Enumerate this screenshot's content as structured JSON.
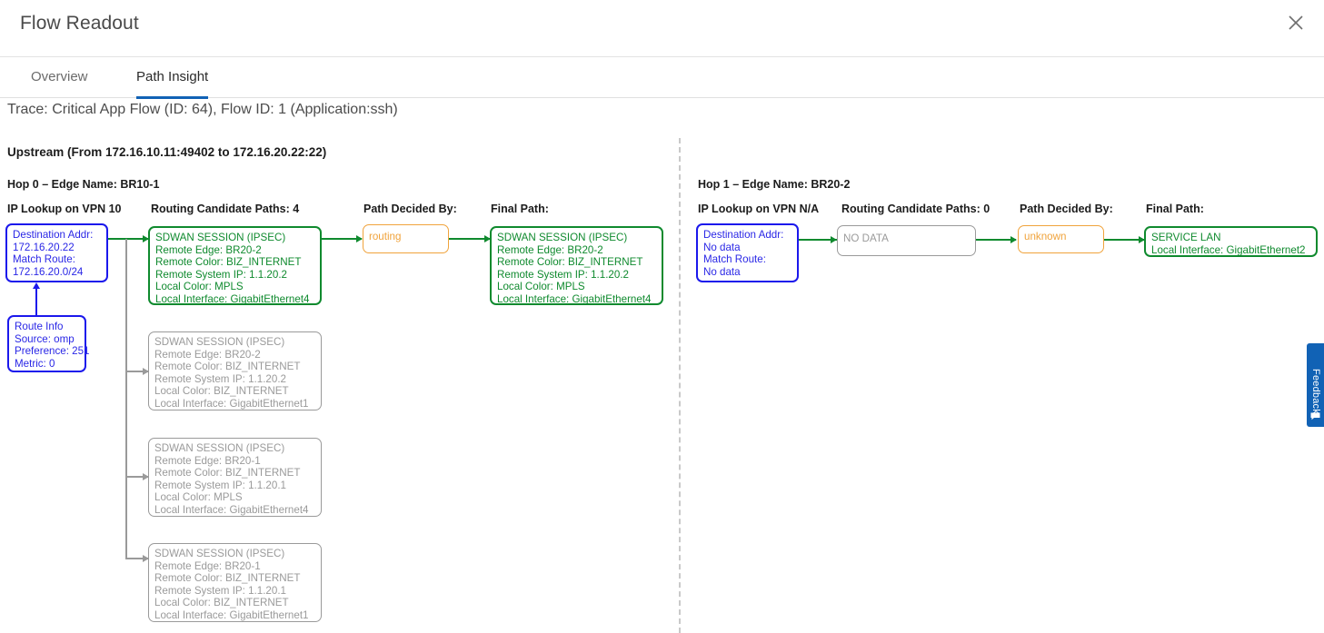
{
  "window": {
    "title": "Flow Readout",
    "close_icon": "close-icon"
  },
  "tabs": [
    {
      "label": "Overview",
      "active": false
    },
    {
      "label": "Path Insight",
      "active": true
    }
  ],
  "trace": "Trace: Critical App Flow (ID: 64), Flow ID: 1 (Application:ssh)",
  "direction_label": "Upstream (From 172.16.10.11:49402 to 172.16.20.22:22)",
  "colors": {
    "accent_blue": "#1162b5",
    "node_blue": "#1b18ec",
    "node_green": "#0f8a2e",
    "node_grey": "#9a9a9a",
    "node_orange": "#f0a33c",
    "divider_grey": "#c9c9c9"
  },
  "hops": [
    {
      "hop_label": "Hop 0 – Edge Name: BR10‑1",
      "columns": {
        "ip_lookup": "IP Lookup on VPN 10",
        "candidates": "Routing Candidate Paths: 4",
        "decided_by": "Path Decided By:",
        "final_path": "Final Path:"
      },
      "destination": [
        "Destination Addr:",
        "172.16.20.22",
        "Match Route:",
        "172.16.20.0/24"
      ],
      "route_info": [
        "Route Info",
        "Source: omp",
        "Preference: 251",
        "Metric: 0"
      ],
      "candidate_paths": [
        {
          "selected": true,
          "lines": [
            "SDWAN SESSION (IPSEC)",
            "Remote Edge: BR20‑2",
            "Remote Color: BIZ_INTERNET",
            "Remote System IP: 1.1.20.2",
            "Local Color: MPLS",
            "Local Interface: GigabitEthernet4"
          ]
        },
        {
          "selected": false,
          "lines": [
            "SDWAN SESSION (IPSEC)",
            "Remote Edge: BR20‑2",
            "Remote Color: BIZ_INTERNET",
            "Remote System IP: 1.1.20.2",
            "Local Color: BIZ_INTERNET",
            "Local Interface: GigabitEthernet1"
          ]
        },
        {
          "selected": false,
          "lines": [
            "SDWAN SESSION (IPSEC)",
            "Remote Edge: BR20‑1",
            "Remote Color: BIZ_INTERNET",
            "Remote System IP: 1.1.20.1",
            "Local Color: MPLS",
            "Local Interface: GigabitEthernet4"
          ]
        },
        {
          "selected": false,
          "lines": [
            "SDWAN SESSION (IPSEC)",
            "Remote Edge: BR20‑1",
            "Remote Color: BIZ_INTERNET",
            "Remote System IP: 1.1.20.1",
            "Local Color: BIZ_INTERNET",
            "Local Interface: GigabitEthernet1"
          ]
        }
      ],
      "decided_by_value": "routing",
      "final_path": [
        "SDWAN SESSION (IPSEC)",
        "Remote Edge: BR20‑2",
        "Remote Color: BIZ_INTERNET",
        "Remote System IP: 1.1.20.2",
        "Local Color: MPLS",
        "Local Interface: GigabitEthernet4"
      ]
    },
    {
      "hop_label": "Hop 1 – Edge Name: BR20‑2",
      "columns": {
        "ip_lookup": "IP Lookup on VPN N/A",
        "candidates": "Routing Candidate Paths: 0",
        "decided_by": "Path Decided By:",
        "final_path": "Final Path:"
      },
      "destination": [
        "Destination Addr:",
        "No data",
        "Match Route:",
        "No data"
      ],
      "no_data_label": "NO DATA",
      "decided_by_value": "unknown",
      "final_path": [
        "SERVICE LAN",
        "Local Interface: GigabitEthernet2"
      ]
    }
  ],
  "feedback": {
    "label": "Feedback",
    "icon": "speech-bubble-icon"
  }
}
